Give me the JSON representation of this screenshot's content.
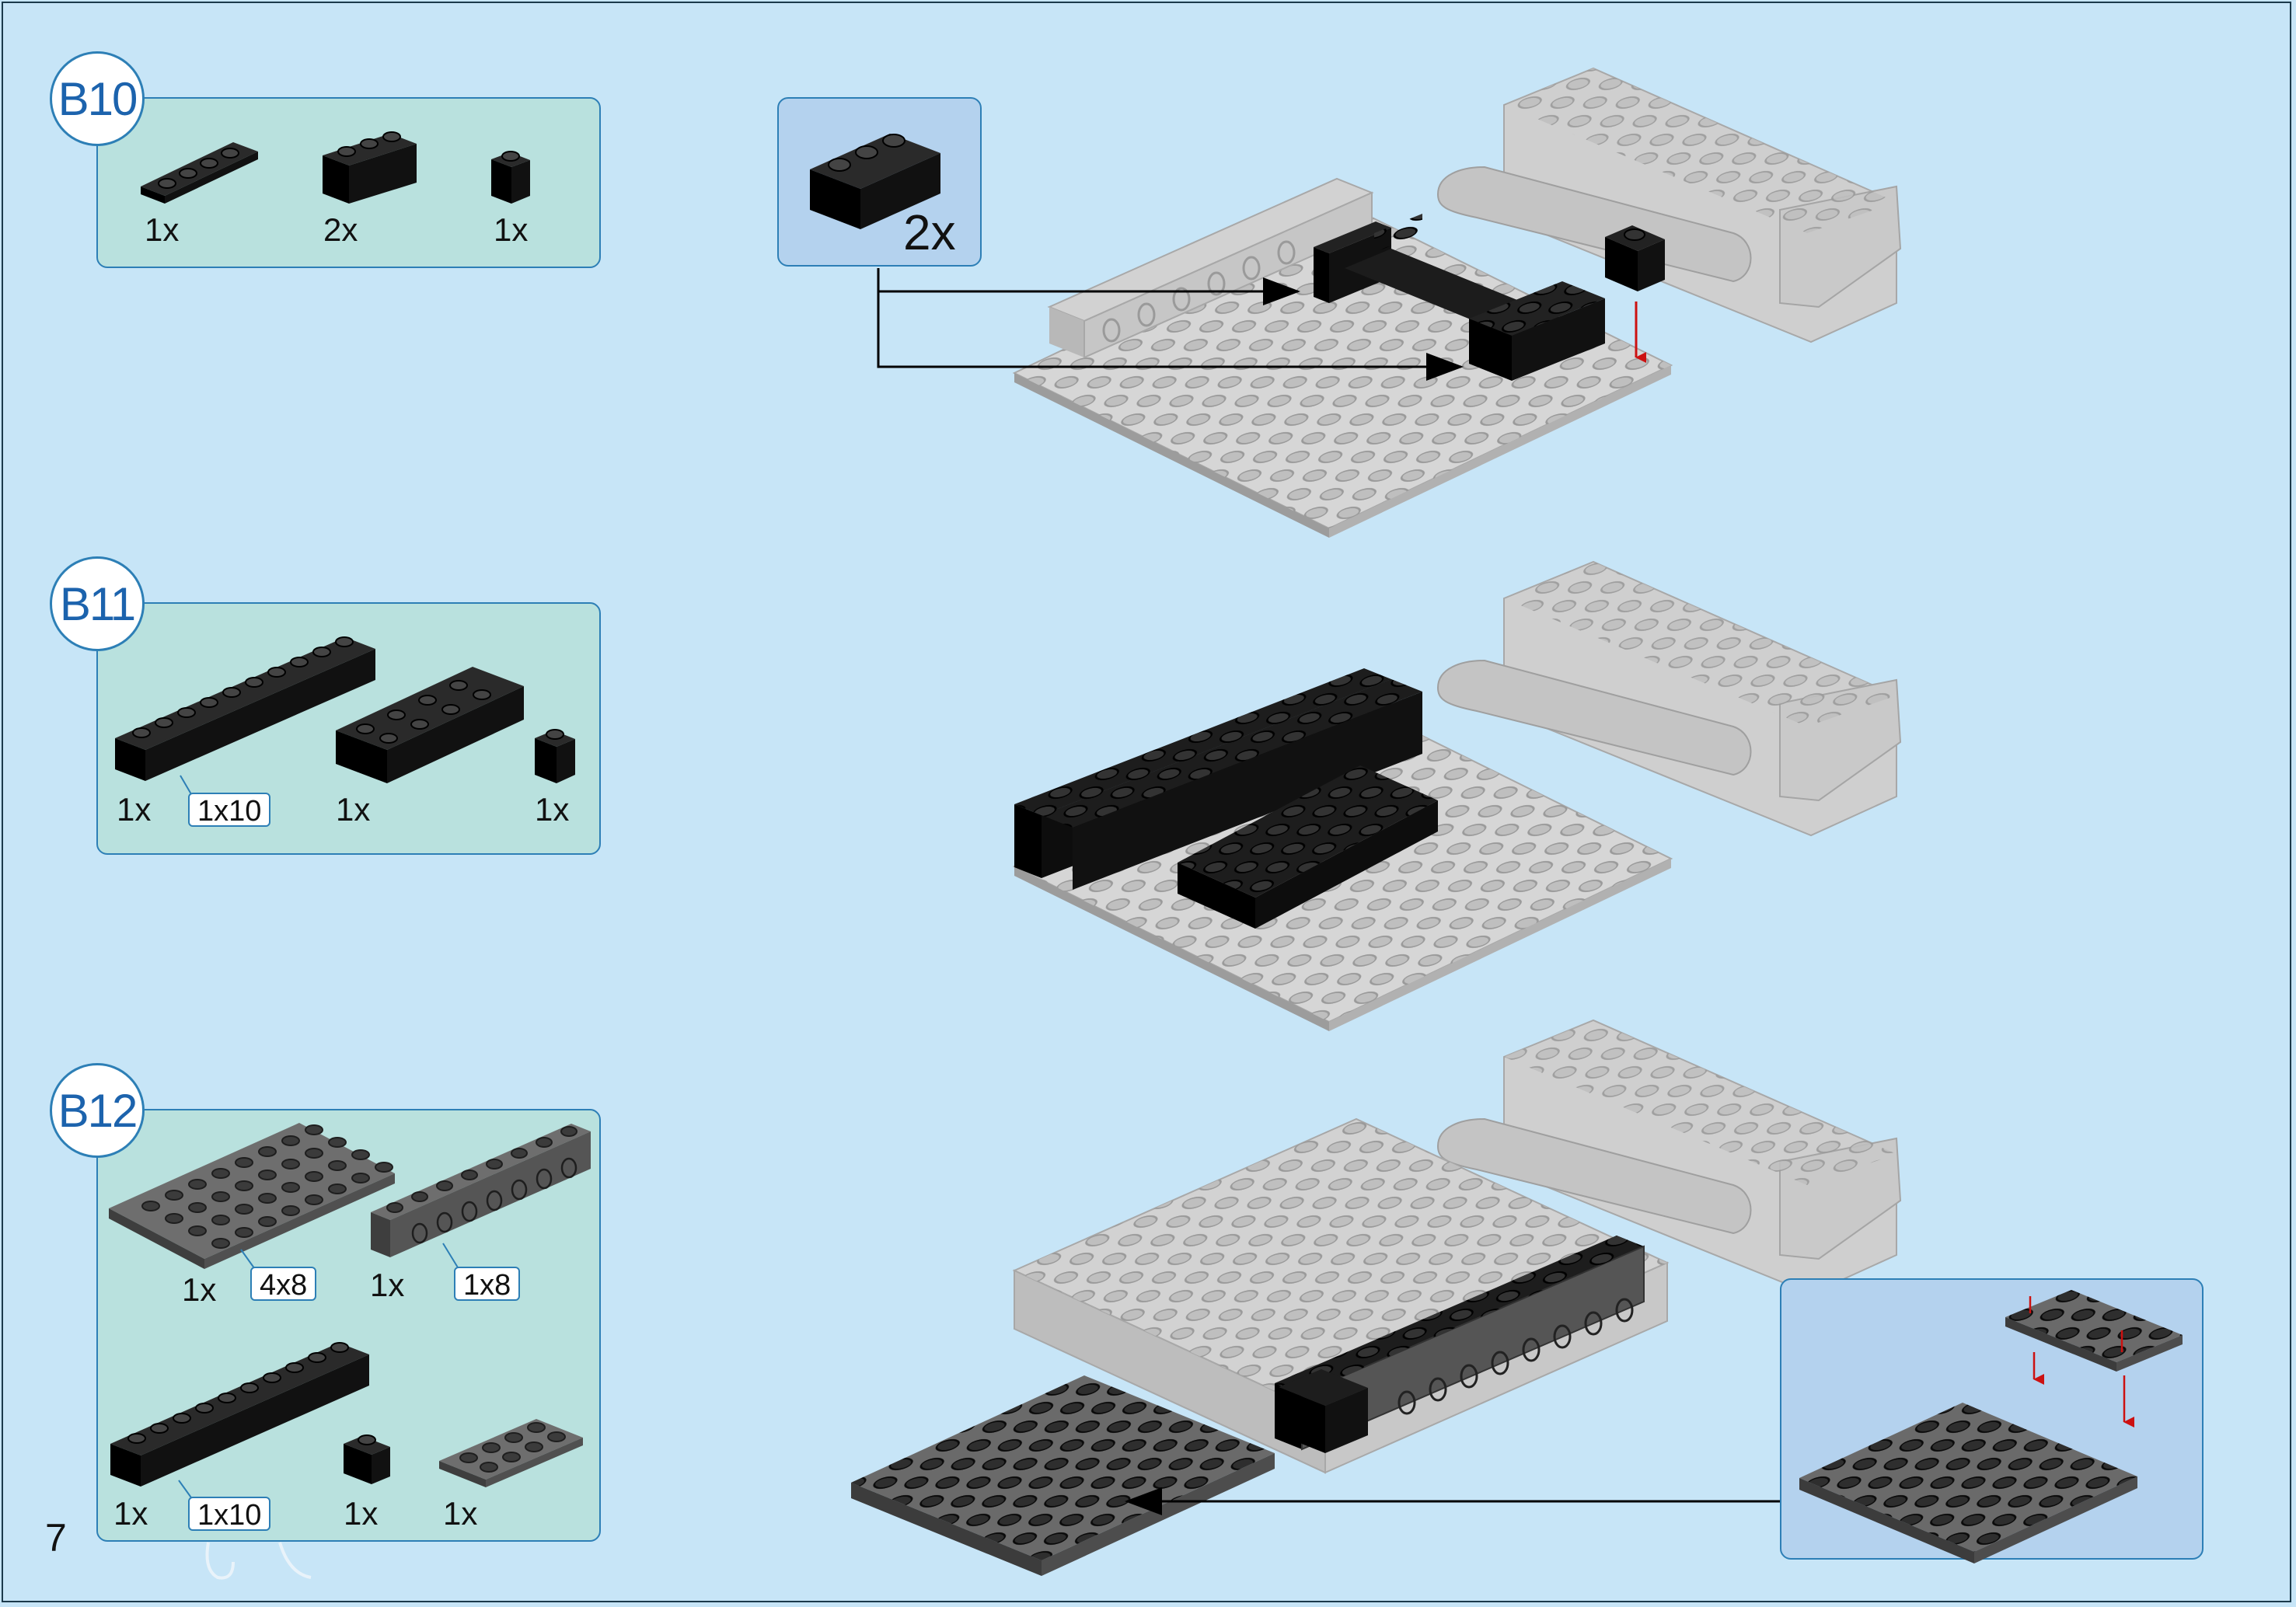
{
  "page_number": "7",
  "steps": [
    {
      "label": "B10",
      "parts": [
        {
          "qty": "1x",
          "size": ""
        },
        {
          "qty": "2x",
          "size": ""
        },
        {
          "qty": "1x",
          "size": ""
        }
      ]
    },
    {
      "label": "B11",
      "parts": [
        {
          "qty": "1x",
          "size": "1x10"
        },
        {
          "qty": "1x",
          "size": ""
        },
        {
          "qty": "1x",
          "size": ""
        }
      ]
    },
    {
      "label": "B12",
      "parts": [
        {
          "qty": "1x",
          "size": "4x8"
        },
        {
          "qty": "1x",
          "size": "1x8"
        },
        {
          "qty": "1x",
          "size": "1x10"
        },
        {
          "qty": "1x",
          "size": ""
        },
        {
          "qty": "1x",
          "size": ""
        }
      ]
    }
  ],
  "subassembly_callout": {
    "qty": "2x"
  },
  "colors": {
    "background": "#c7e5f7",
    "parts_box": "#b9e1de",
    "callout_box": "#b4d2ee",
    "badge_text": "#1c63ad",
    "brick_black": "#0d0d0d",
    "brick_dark_gray": "#5a5a5a",
    "model_light_gray": "#d2d2d2",
    "arrow_red": "#cc1111"
  }
}
